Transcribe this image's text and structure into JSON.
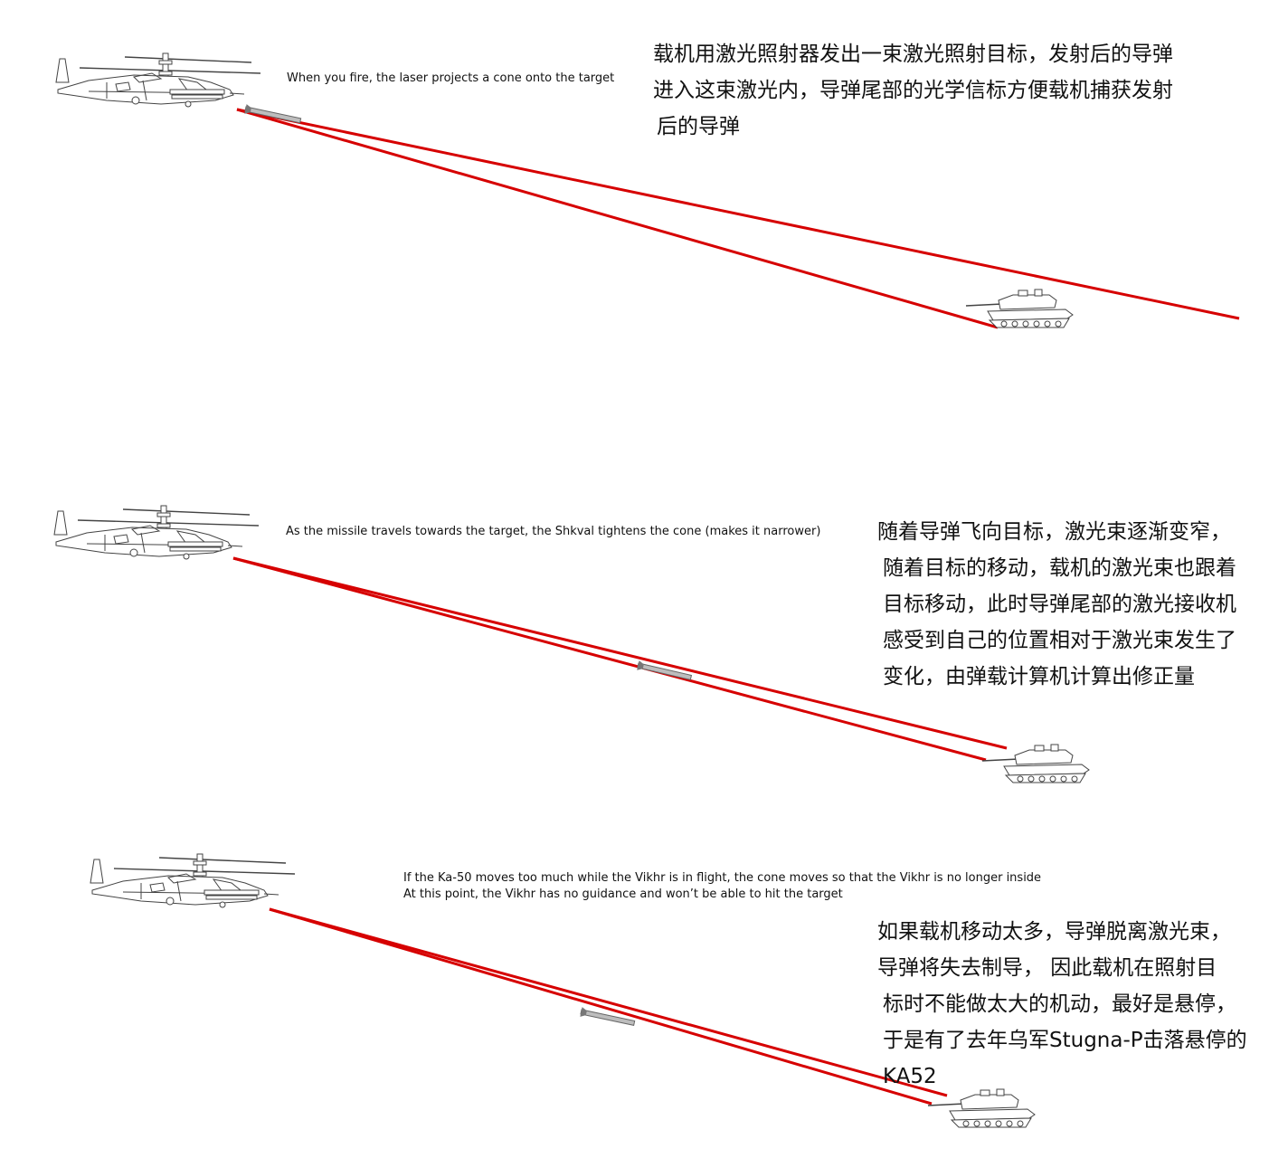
{
  "panels": [
    {
      "caption_en": [
        "When you fire, the laser projects a cone onto the target"
      ],
      "caption_zh": [
        "载机用激光照射器发出一束激光照射目标，发射后的导弹",
        "进入这束激光内，导弹尾部的光学信标方便载机捕获发射",
        "后的导弹"
      ]
    },
    {
      "caption_en": [
        "As the missile travels towards the target, the Shkval tightens the cone (makes it narrower)"
      ],
      "caption_zh": [
        "随着导弹飞向目标，激光束逐渐变窄，",
        "随着目标的移动，载机的激光束也跟着",
        "目标移动，此时导弹尾部的激光接收机",
        "感受到自己的位置相对于激光束发生了",
        "变化，由弹载计算机计算出修正量"
      ]
    },
    {
      "caption_en": [
        "If the Ka-50 moves too much while the Vikhr is in flight, the cone moves so that the Vikhr is no longer inside",
        "At this point, the Vikhr has no guidance and won’t be able to hit the target"
      ],
      "caption_zh": [
        "如果载机移动太多，导弹脱离激光束，",
        "导弹将失去制导， 因此载机在照射目",
        "标时不能做太大的机动，最好是悬停，",
        "于是有了去年乌军Stugna-P击落悬停的",
        "KA52"
      ]
    }
  ],
  "colors": {
    "laser": "#d60000",
    "outline": "#444444",
    "missile": "#9a9a9a"
  },
  "icons": [
    "helicopter-icon",
    "tank-icon",
    "missile-icon"
  ]
}
